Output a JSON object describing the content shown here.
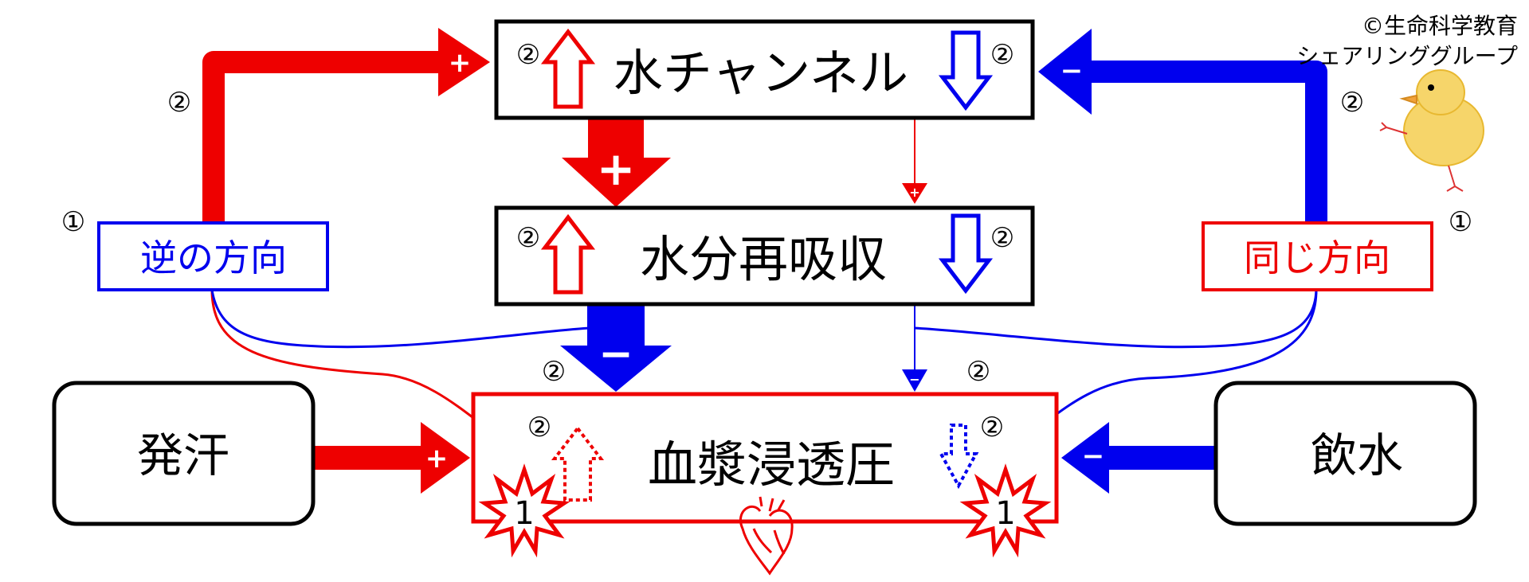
{
  "credit": {
    "line1": "©生命科学教育",
    "line2": "シェアリンググループ"
  },
  "boxes": {
    "water_channel": "水チャンネル",
    "reabsorption": "水分再吸収",
    "osmotic_pressure": "血漿浸透圧",
    "sweating": "発汗",
    "drinking": "飲水",
    "opposite_direction": "逆の方向",
    "same_direction": "同じ方向"
  },
  "markers": {
    "one": "①",
    "two": "②"
  },
  "starbursts": {
    "left": "1",
    "right": "1"
  },
  "signs": {
    "plus": "+",
    "minus": "−"
  },
  "colors": {
    "red": "#ee0000",
    "blue": "#0000ee",
    "black": "#000000"
  },
  "icons": [
    "chick-icon",
    "heart-icon",
    "arrow-up-icon",
    "arrow-down-icon",
    "starburst-icon"
  ]
}
